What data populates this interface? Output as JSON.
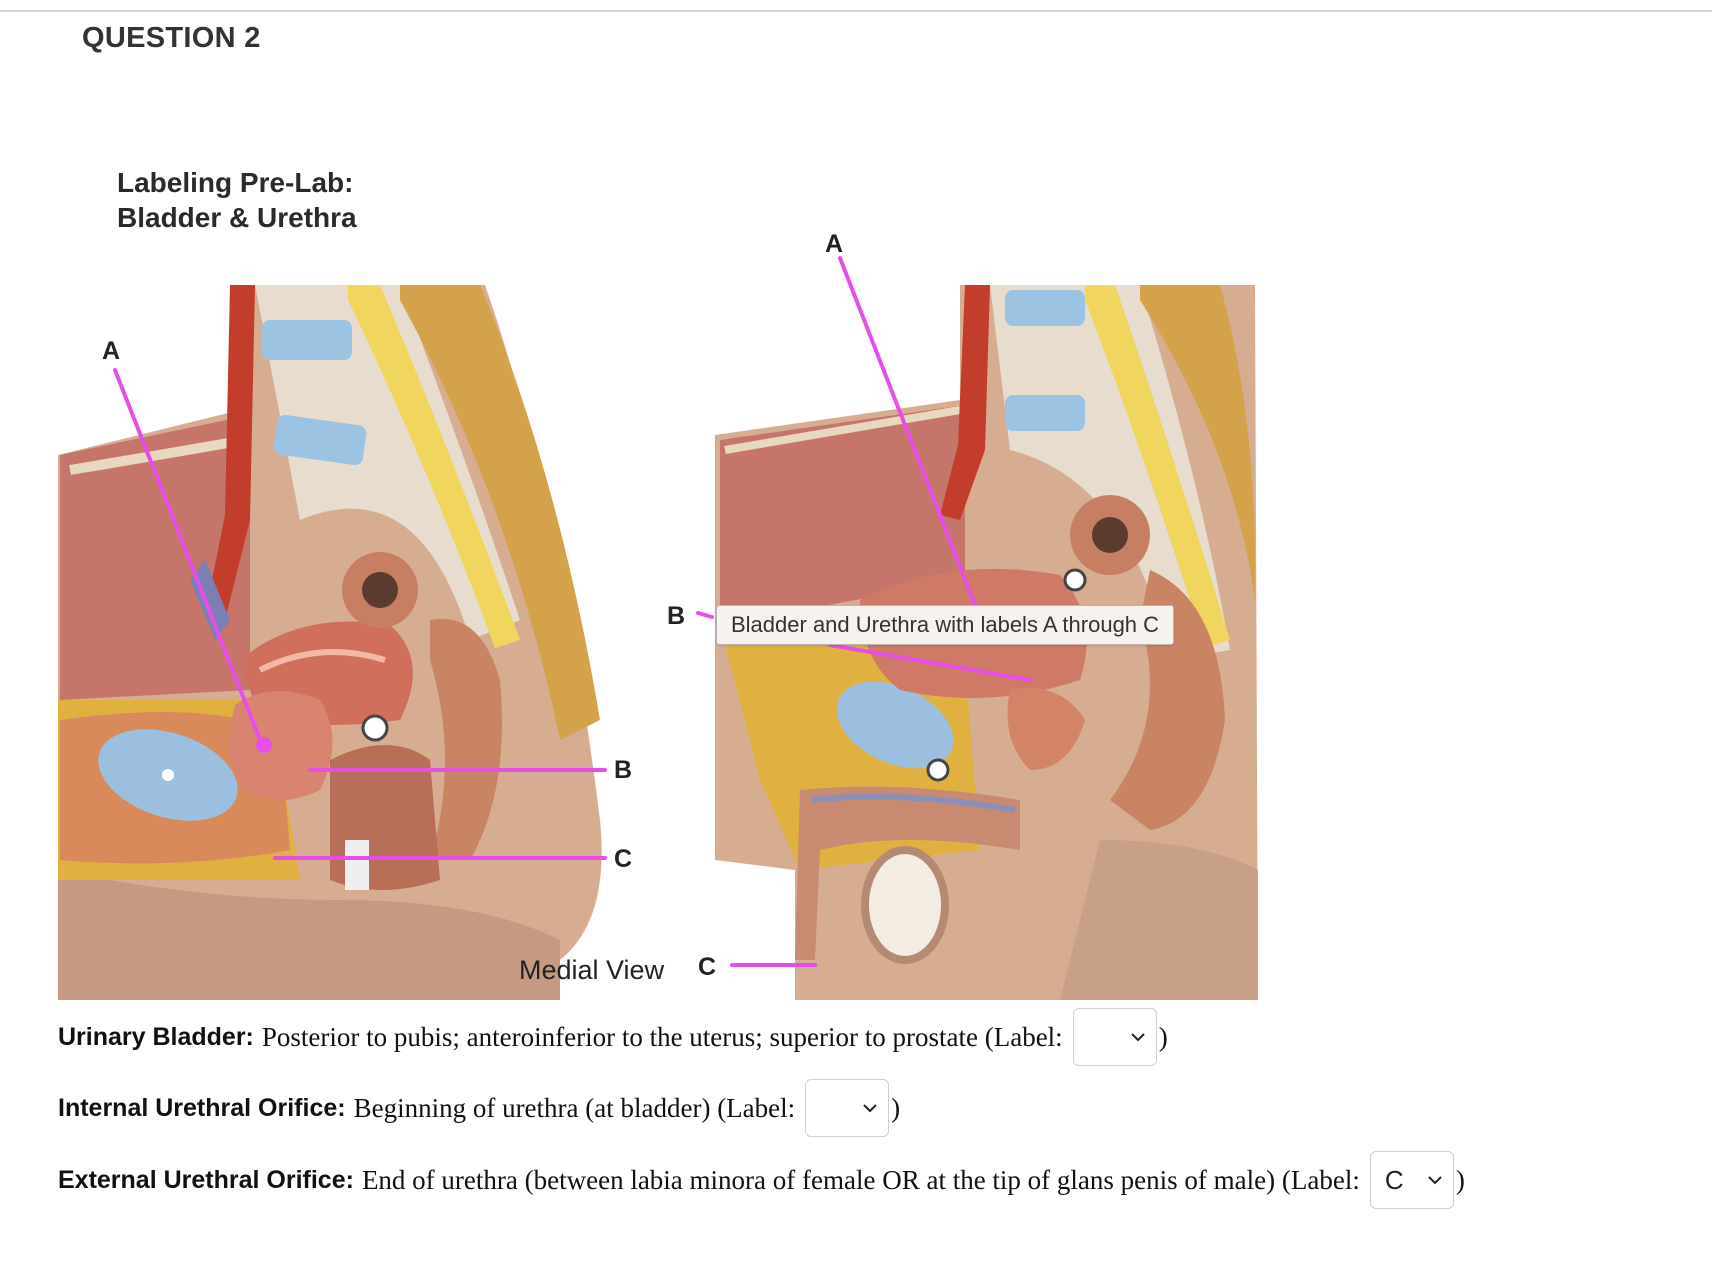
{
  "question": {
    "title": "QUESTION 2"
  },
  "figure": {
    "title_line1": "Labeling Pre-Lab:",
    "title_line2": "Bladder & Urethra",
    "left_labels": {
      "a": "A",
      "b": "B",
      "c": "C"
    },
    "right_labels": {
      "a": "A",
      "b": "B",
      "c": "C"
    },
    "view_caption": "Medial View",
    "tooltip": "Bladder and Urethra with labels A through C"
  },
  "items": [
    {
      "term": "Urinary Bladder:",
      "description": "Posterior to pubis; anteroinferior to the uterus; superior to prostate (Label:",
      "close": ")",
      "selected": ""
    },
    {
      "term": "Internal Urethral Orifice:",
      "description": "Beginning of urethra (at bladder) (Label:",
      "close": ")",
      "selected": ""
    },
    {
      "term": "External Urethral Orifice:",
      "description": "End of urethra (between labia minora of female OR at the tip of glans penis of male) (Label:",
      "close": ")",
      "selected": "C"
    }
  ],
  "colors": {
    "pointer": "#e64fe6",
    "rule": "#d4d4d4"
  },
  "icons": {
    "dropdown": "chevron-down-icon"
  }
}
